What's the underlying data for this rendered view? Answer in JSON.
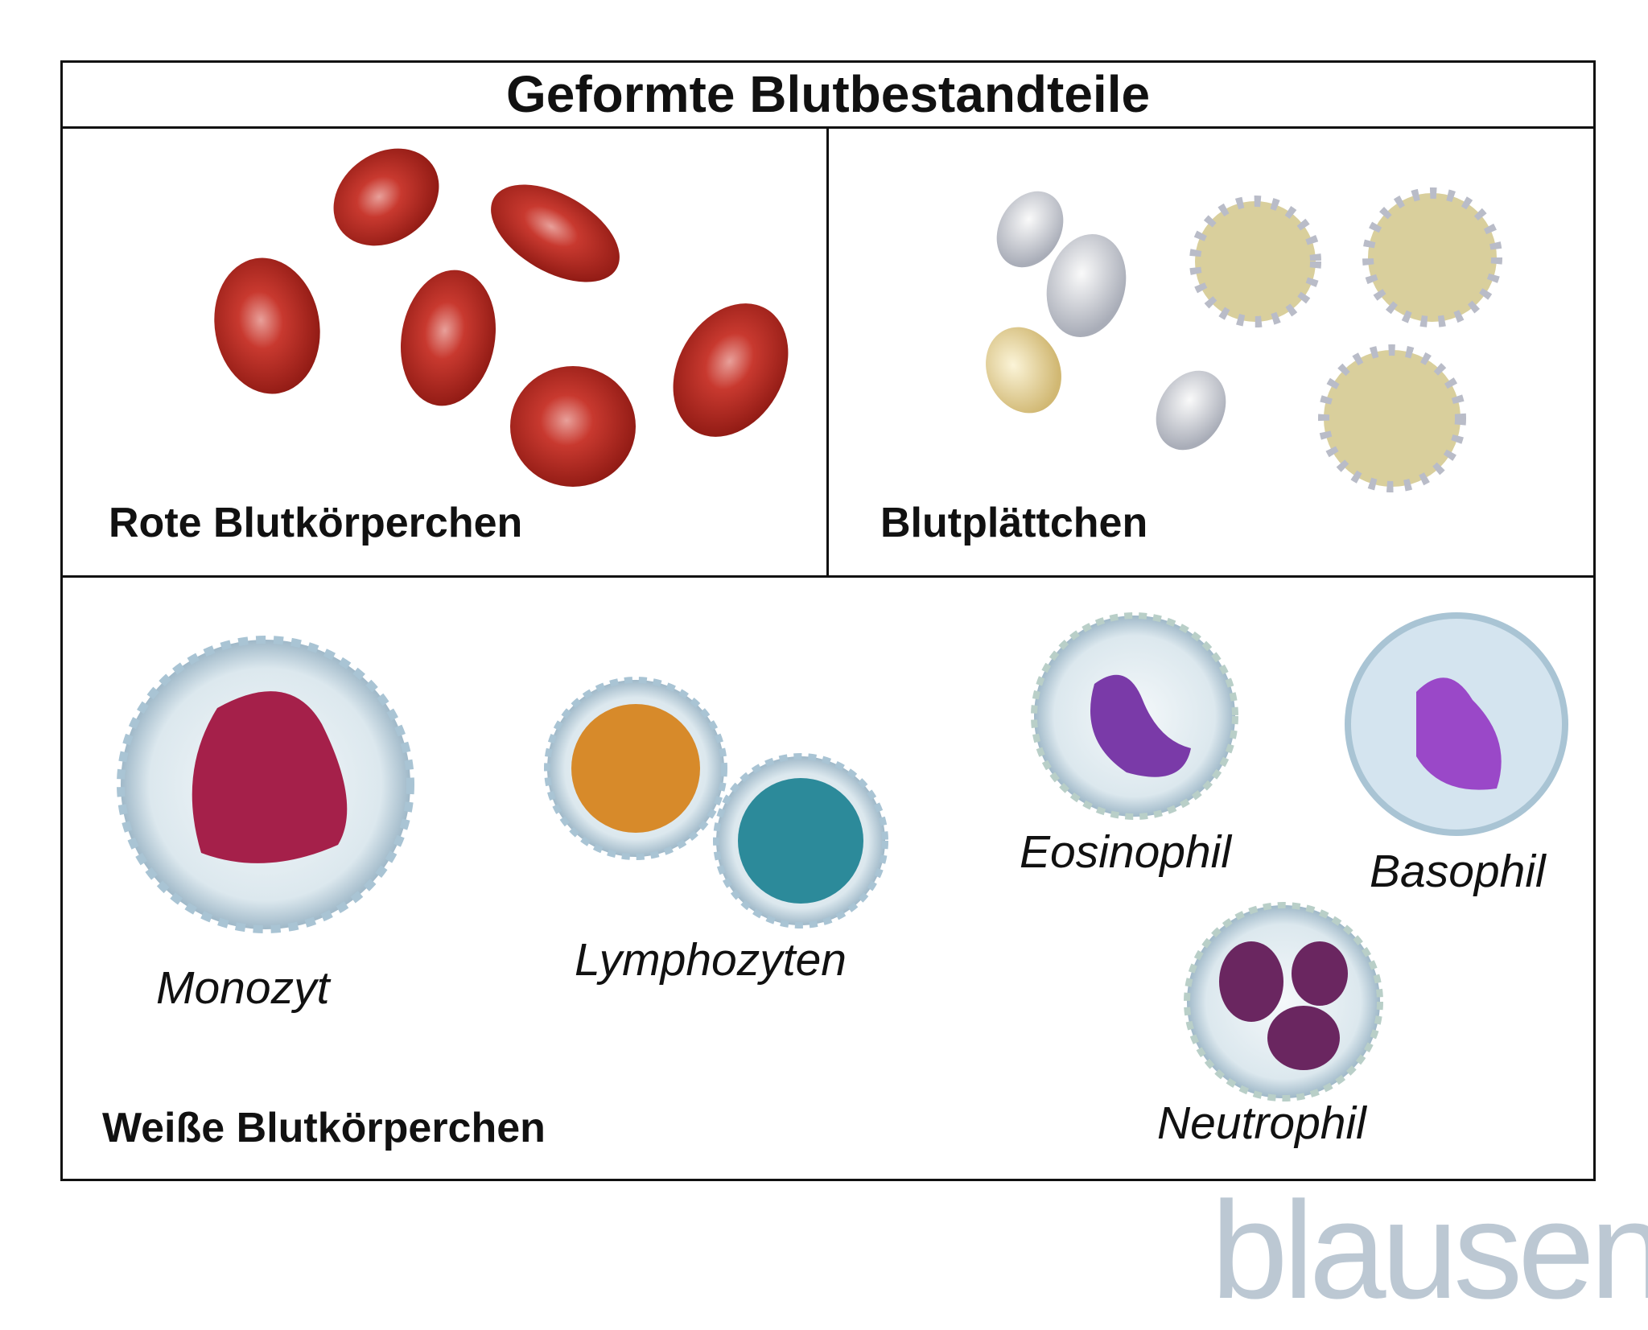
{
  "title": "Geformte Blutbestandteile",
  "sections": {
    "red": "Rote Blutkörperchen",
    "platelets": "Blutplättchen",
    "white": "Weiße Blutkörperchen"
  },
  "cells": {
    "monocyte": "Monozyt",
    "lymphocytes": "Lymphozyten",
    "eosinophil": "Eosinophil",
    "basophil": "Basophil",
    "neutrophil": "Neutrophil"
  },
  "logo": "blausen",
  "colors": {
    "rbc": "#b8241e",
    "logo": "#bcc8d3"
  }
}
